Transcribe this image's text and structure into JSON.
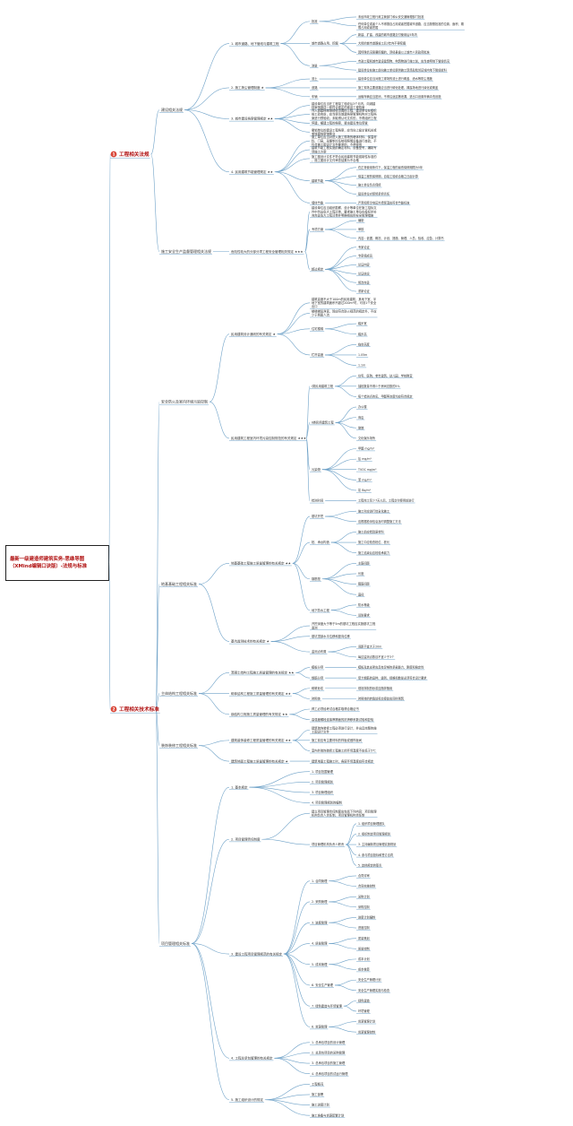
{
  "root": "最新一级建造师建筑实务-思维导图（XMind编辑口诀版）-法规与标准",
  "branches": [
    {
      "marker": "1",
      "label": "工程相关法规",
      "children": [
        {
          "label": "建设相关法规",
          "children": [
            {
              "label": "1. 城市道路、地下管线与建筑工程",
              "children": [
                {
                  "label": "批准",
                  "children": [
                    {
                      "label": "未经市政工程行政主管部门和公安交通管理部门批准"
                    },
                    {
                      "label": "任何单位或者个人不得擅自占用或者挖掘城市道路，应当按照批准的位置、面积、期限占用或者挖掘"
                    }
                  ]
                },
                {
                  "label": "城市道路占用、挖掘",
                  "children": [
                    {
                      "label": "新建、扩建、改建的城市道路交付使用后5年内"
                    },
                    {
                      "label": "大修的城市道路竣工后3年内不得挖掘"
                    },
                    {
                      "label": "因特殊情况需要挖掘的，须经县级以上城市人民政府批准"
                    }
                  ]
                },
                {
                  "label": "测量",
                  "children": [
                    {
                      "label": "市政工程和城市建设建筑物、构筑物进行施工前，应当查明地下管线情况"
                    },
                    {
                      "label": "建设单位在施工前向施工单位提供施工现场及毗邻区域内地下管线资料"
                    }
                  ]
                }
              ]
            },
            {
              "label": "2. 施工扬尘管理制度 ★",
              "children": [
                {
                  "label": "渣土",
                  "children": [
                    {
                      "label": "建设单位应当对施工现场的渣土进行覆盖、洒水等防尘措施"
                    }
                  ]
                },
                {
                  "label": "道路",
                  "children": [
                    {
                      "label": "施工现场主要道路应当进行硬化处理，裸露场地进行绿化或覆盖"
                    }
                  ]
                },
                {
                  "label": "车辆",
                  "children": [
                    {
                      "label": "运输车辆应当密闭，不得沿途遗撒泄漏，进出口设置车辆冲洗设施"
                    }
                  ]
                }
              ]
            },
            {
              "label": "3. 城市建设档案管理规定 ★★",
              "children": [
                {
                  "label": "建设单位应当在工程竣工验收后3个月内，向城建档案馆报送一套符合规定的建设工程档案"
                },
                {
                  "label": "列入城建档案馆接收范围的工程，建设单位在组织竣工验收前，应当提请城建档案管理机构对工程档案进行预验收；未取得认可文件的，不得组织工程竣工验收"
                },
                {
                  "label": "停建、缓建工程的档案，暂由建设单位保管"
                },
                {
                  "label": "撤销单位的建设工程档案，应当向上级主管机关或者城建档案馆移交"
                }
              ]
            },
            {
              "label": "4. 民用建筑节能管理规定 ★★",
              "children": [
                {
                  "label": "施工单位应当对进入施工现场的墙体材料、保温材料、门窗、采暖制冷系统和照明设备进行查验；不符合施工图设计文件要求的，不得使用"
                },
                {
                  "label": "建筑节能工程实施前确定材料、设备型号，编制专项施工方案"
                },
                {
                  "label": "施工图设计文件不符合民用建筑节能强制性标准的，施工图设计文件审查结果为不合格"
                },
                {
                  "label": "建筑节能",
                  "children": [
                    {
                      "label": "在正常使用条件下，保温工程的最低保修期限为5年"
                    },
                    {
                      "label": "保温工程的保修期，自竣工验收合格之日起计算"
                    },
                    {
                      "label": "施工单位负责保修"
                    },
                    {
                      "label": "建设单位对保修承担责任"
                    }
                  ]
                },
                {
                  "label": "墙体节能",
                  "children": [
                    {
                      "label": "严寒和寒冷地区外墙保温应符合节能标准"
                    }
                  ]
                }
              ]
            }
          ]
        },
        {
          "label": "施工安全生产监督管理相关法规",
          "children": [
            {
              "label": "危险性较大的分部分项工程安全管理相关规定 ★★★",
              "children": [
                {
                  "label": "建设单位应当组织勘察、设计等单位在施工招标文件中列出危大工程清单，要求施工单位在投标时补充完善危大工程清单并明确相应的安全管理措施"
                },
                {
                  "label": "专项方案",
                  "children": [
                    {
                      "label": "编制"
                    },
                    {
                      "label": "审核"
                    },
                    {
                      "label": "内容：依据、概况、计划、措施、管理、人员、验收、应急、计算书"
                    }
                  ]
                },
                {
                  "label": "超过规定",
                  "children": [
                    {
                      "label": "专家论证"
                    },
                    {
                      "label": "专家组成员"
                    },
                    {
                      "label": "论证内容"
                    },
                    {
                      "label": "论证结论"
                    },
                    {
                      "label": "修改完善"
                    },
                    {
                      "label": "重新论证"
                    }
                  ]
                }
              ]
            }
          ]
        }
      ]
    },
    {
      "marker": "2",
      "label": "工程相关技术标准",
      "children": [
        {
          "label": "安全防火及室内环境污染控制",
          "children": [
            {
              "label": "民用建筑设计通则的有关规定 ★",
              "children": [
                {
                  "label": "建筑高度不大于100m的民用建筑，其地下室、半地下室的建筑面积不超过200m²时，可设1个安全出口"
                },
                {
                  "label": "楼梯梯段净宽，除应符合防火规范的规定外，不应少于两股人流"
                },
                {
                  "label": "住宅楼梯",
                  "children": [
                    {
                      "label": "踏步宽"
                    },
                    {
                      "label": "踏步高"
                    }
                  ]
                },
                {
                  "label": "栏杆高度",
                  "children": [
                    {
                      "label": "临空高度"
                    },
                    {
                      "label": "1.05m"
                    },
                    {
                      "label": "1.1m"
                    }
                  ]
                }
              ]
            },
            {
              "label": "民用建筑工程室内环境污染控制规范的有关规定 ★★★",
              "children": [
                {
                  "label": "Ⅰ类民用建筑工程",
                  "children": [
                    {
                      "label": "住宅、医院、老年建筑、幼儿园、学校教室"
                    },
                    {
                      "label": "抽检数量不得少于房间总数的5%"
                    },
                    {
                      "label": "每个检测点的氡、甲醛等浓度均应符合规定"
                    }
                  ]
                },
                {
                  "label": "Ⅱ类民用建筑工程",
                  "children": [
                    {
                      "label": "办公楼"
                    },
                    {
                      "label": "商店"
                    },
                    {
                      "label": "旅馆"
                    },
                    {
                      "label": "文化娱乐场所"
                    }
                  ]
                },
                {
                  "label": "污染物",
                  "children": [
                    {
                      "label": "甲醛 mg/m³"
                    },
                    {
                      "label": "氨 mg/m³"
                    },
                    {
                      "label": "TVOC mg/m³"
                    },
                    {
                      "label": "苯 mg/m³"
                    },
                    {
                      "label": "氡 Bq/m³"
                    }
                  ]
                },
                {
                  "label": "检测时间",
                  "children": [
                    {
                      "label": "工程完工至少7天以后、工程交付使用前进行"
                    }
                  ]
                }
              ]
            }
          ]
        },
        {
          "label": "地基基础工程相关标准",
          "children": [
            {
              "label": "地基基础工程施工质量管理的有关规定 ★★",
              "children": [
                {
                  "label": "基坑开挖",
                  "children": [
                    {
                      "label": "施工时应进行信息化施工"
                    },
                    {
                      "label": "应根据检测信息及时调整施工方法"
                    }
                  ]
                },
                {
                  "label": "桩、承台构造",
                  "children": [
                    {
                      "label": "施工前应检验原材料"
                    },
                    {
                      "label": "施工中应检查桩位、桩长"
                    },
                    {
                      "label": "施工结束后应检验承载力"
                    }
                  ]
                },
                {
                  "label": "钢筋笼",
                  "children": [
                    {
                      "label": "主筋间距"
                    },
                    {
                      "label": "长度"
                    },
                    {
                      "label": "箍筋间距"
                    },
                    {
                      "label": "直径"
                    }
                  ]
                },
                {
                  "label": "地下防水工程",
                  "children": [
                    {
                      "label": "防水等级"
                    },
                    {
                      "label": "设防要求"
                    }
                  ]
                }
              ]
            },
            {
              "label": "基坑监测技术的有关规定 ★",
              "children": [
                {
                  "label": "开挖深度大于等于5m的基坑工程应实施基坑工程监测"
                },
                {
                  "label": "基坑顶部水平位移和竖向位移"
                },
                {
                  "label": "监测点布置",
                  "children": [
                    {
                      "label": "间距不宜大于20m"
                    },
                    {
                      "label": "每边监测点数目不宜少于3个"
                    }
                  ]
                }
              ]
            }
          ]
        },
        {
          "label": "主体结构工程相关标准",
          "children": [
            {
              "label": "混凝土结构工程施工质量管理的有关规定 ★★",
              "children": [
                {
                  "label": "模板分项",
                  "children": [
                    {
                      "label": "模板及其支架应具有足够的承载能力、刚度和稳定性"
                    }
                  ]
                },
                {
                  "label": "钢筋分项",
                  "children": [
                    {
                      "label": "受力钢筋的品种、级别、规格和数量必须符合设计要求"
                    }
                  ]
                }
              ]
            },
            {
              "label": "砌体结构工程施工质量管理的有关规定 ★★",
              "children": [
                {
                  "label": "砌筑砂浆",
                  "children": [
                    {
                      "label": "现场拌制的砂浆应随拌随用"
                    }
                  ]
                },
                {
                  "label": "砖砌体",
                  "children": [
                    {
                      "label": "砖砌体的转角处和交接处应同时砌筑"
                    }
                  ]
                }
              ]
            },
            {
              "label": "钢结构工程施工质量管理的有关规定 ★★",
              "children": [
                {
                  "label": "焊工必须经考试合格并取得合格证书"
                },
                {
                  "label": "高强度螺栓连接摩擦面的抗滑移系数试验和复验"
                }
              ]
            }
          ]
        },
        {
          "label": "装饰装修工程相关标准",
          "children": [
            {
              "label": "建筑装饰装修工程质量管理的有关规定 ★★",
              "children": [
                {
                  "label": "建筑装饰装修工程必须进行设计，并出具完整的施工图设计文件"
                },
                {
                  "label": "施工前应有主要材料的样板或做样板间"
                },
                {
                  "label": "室内外装饰装修工程施工的环境温度不应低于5℃"
                }
              ]
            },
            {
              "label": "建筑地面工程施工质量管理的有关规定 ★",
              "children": [
                {
                  "label": "建筑地面工程施工时，各层环境温度应符合规定"
                }
              ]
            }
          ]
        },
        {
          "label": "项目管理相关标准",
          "children": [
            {
              "label": "1. 基本规定",
              "children": [
                {
                  "label": "1. 项目范围管理"
                },
                {
                  "label": "2. 项目管理规划"
                },
                {
                  "label": "3. 项目管理组织"
                },
                {
                  "label": "4. 项目管理规划的编制"
                }
              ]
            },
            {
              "label": "2. 项目管理责任制度",
              "children": [
                {
                  "label": "建立项目管理责任制度应包括下列内容：项目管理机构负责人责任制、项目管理机构责任制"
                },
                {
                  "label": "项目管理机构负责人职责",
                  "children": [
                    {
                      "label": "1. 组织项目管理团队"
                    },
                    {
                      "label": "2. 组织制定项目管理规划"
                    },
                    {
                      "label": "3. 主持编制项目管理实施规划"
                    },
                    {
                      "label": "4. 参与项目投标和签订合同"
                    },
                    {
                      "label": "5. 其他规定的职责"
                    }
                  ]
                }
              ]
            },
            {
              "label": "3. 建设工程项目管理规范的有关规定",
              "children": [
                {
                  "label": "1. 合同管理",
                  "children": [
                    {
                      "label": "合同评审"
                    },
                    {
                      "label": "合同实施控制"
                    }
                  ]
                },
                {
                  "label": "2. 采购管理",
                  "children": [
                    {
                      "label": "采购计划"
                    },
                    {
                      "label": "采购控制"
                    }
                  ]
                },
                {
                  "label": "3. 进度管理",
                  "children": [
                    {
                      "label": "进度计划编制"
                    },
                    {
                      "label": "进度控制"
                    }
                  ]
                },
                {
                  "label": "4. 质量管理",
                  "children": [
                    {
                      "label": "质量策划"
                    },
                    {
                      "label": "质量控制"
                    }
                  ]
                },
                {
                  "label": "5. 成本管理",
                  "children": [
                    {
                      "label": "成本计划"
                    },
                    {
                      "label": "成本核算"
                    }
                  ]
                },
                {
                  "label": "6. 安全生产管理",
                  "children": [
                    {
                      "label": "安全生产管理计划"
                    },
                    {
                      "label": "安全生产管理实施与检查"
                    }
                  ]
                },
                {
                  "label": "7. 绿色建造与环境管理",
                  "children": [
                    {
                      "label": "绿色建造"
                    },
                    {
                      "label": "环境管理"
                    }
                  ]
                },
                {
                  "label": "8. 资源管理",
                  "children": [
                    {
                      "label": "资源管理计划"
                    },
                    {
                      "label": "资源管理控制"
                    }
                  ]
                }
              ]
            },
            {
              "label": "4. 工程总承包管理的有关规定",
              "children": [
                {
                  "label": "1. 总承包项目的设计管理"
                },
                {
                  "label": "2. 总承包项目的采购管理"
                },
                {
                  "label": "3. 总承包项目的施工管理"
                },
                {
                  "label": "4. 总承包项目的试运行管理"
                }
              ]
            },
            {
              "label": "5. 施工组织设计的规定",
              "children": [
                {
                  "label": "工程概况"
                },
                {
                  "label": "施工部署"
                },
                {
                  "label": "施工进度计划"
                },
                {
                  "label": "施工准备与资源配置计划"
                }
              ]
            }
          ]
        }
      ]
    }
  ],
  "colors": {
    "root_text": "#b01010",
    "branch_text": "#b01010",
    "line": "#6fa2c8",
    "text": "#333333",
    "marker": "#d9473a"
  }
}
